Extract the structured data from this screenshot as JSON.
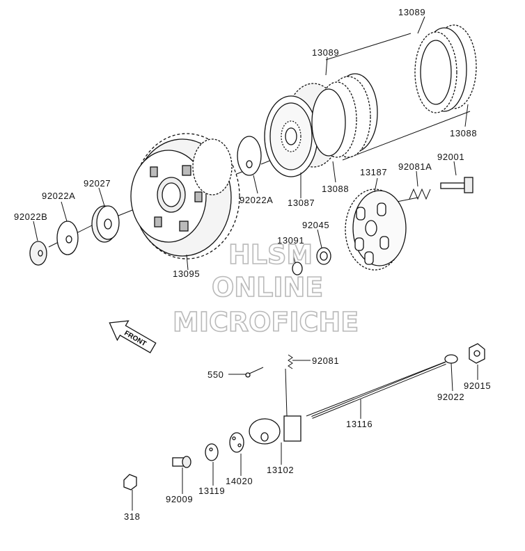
{
  "diagram": {
    "parts": [
      {
        "id": "p13089a",
        "label": "13089"
      },
      {
        "id": "p13089b",
        "label": "13089"
      },
      {
        "id": "p13088a",
        "label": "13088"
      },
      {
        "id": "p13088b",
        "label": "13088"
      },
      {
        "id": "p92001",
        "label": "92001"
      },
      {
        "id": "p92081A",
        "label": "92081A"
      },
      {
        "id": "p13187",
        "label": "13187"
      },
      {
        "id": "p13087",
        "label": "13087"
      },
      {
        "id": "p92022A_upper",
        "label": "92022A"
      },
      {
        "id": "p92045",
        "label": "92045"
      },
      {
        "id": "p13091",
        "label": "13091"
      },
      {
        "id": "p92027",
        "label": "92027"
      },
      {
        "id": "p92022A_left",
        "label": "92022A"
      },
      {
        "id": "p92022B",
        "label": "92022B"
      },
      {
        "id": "p13095",
        "label": "13095"
      },
      {
        "id": "p92081",
        "label": "92081"
      },
      {
        "id": "p550",
        "label": "550"
      },
      {
        "id": "p92022",
        "label": "92022"
      },
      {
        "id": "p92015",
        "label": "92015"
      },
      {
        "id": "p13116",
        "label": "13116"
      },
      {
        "id": "p13102",
        "label": "13102"
      },
      {
        "id": "p14020",
        "label": "14020"
      },
      {
        "id": "p13119",
        "label": "13119"
      },
      {
        "id": "p92009",
        "label": "92009"
      },
      {
        "id": "p318",
        "label": "318"
      }
    ],
    "front_arrow": {
      "text": "FRONT"
    },
    "watermark": [
      "HLSM",
      "ONLINE",
      "MICROFICHE"
    ]
  }
}
